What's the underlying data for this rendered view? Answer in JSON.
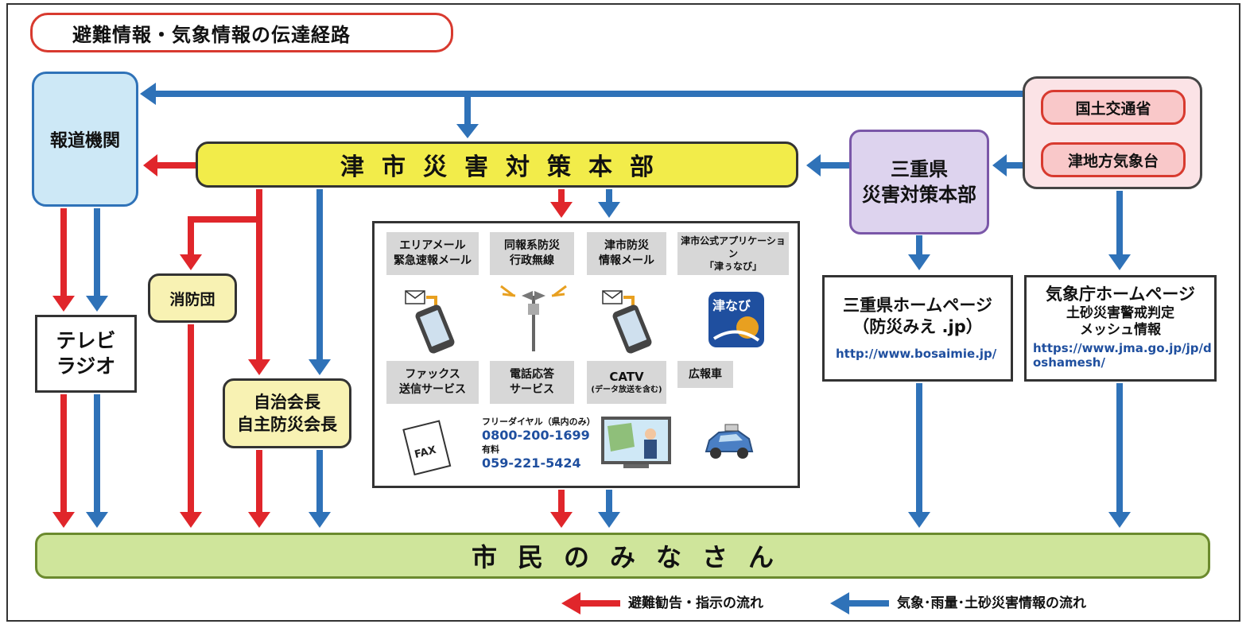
{
  "title": "避難情報・気象情報の伝達経路",
  "nodes": {
    "media": "報道機関",
    "hq": "津市災害対策本部",
    "pref_hq": "三重県\n災害対策本部",
    "mlit": "国土交通省",
    "tsu_met": "津地方気象台",
    "fire": "消防団",
    "tv_radio": "テレビ\nラジオ",
    "chief": "自治会長\n自主防災会長",
    "citizens": "市民のみなさん"
  },
  "channels": [
    {
      "label": "エリアメール\n緊急速報メール",
      "icon": "mobile-phone-mail-icon"
    },
    {
      "label": "同報系防災\n行政無線",
      "icon": "loudspeaker-pole-icon"
    },
    {
      "label": "津市防災\n情報メール",
      "icon": "mobile-phone-mail-icon"
    },
    {
      "label": "津市公式アプリケーション\n「津ぅなび」",
      "icon": "tsunavi-app-icon"
    },
    {
      "label": "ファックス\n送信サービス",
      "icon": "fax-icon"
    },
    {
      "label": "電話応答\nサービス",
      "icon": "phone-icon"
    },
    {
      "label": "CATV",
      "sub": "(データ放送を含む)",
      "icon": "tv-broadcast-icon"
    },
    {
      "label": "広報車",
      "icon": "publicity-car-icon"
    }
  ],
  "phone": {
    "free_label": "フリーダイヤル（県内のみ）",
    "free_number": "0800-200-1699",
    "paid_label": "有料",
    "paid_number": "059-221-5424"
  },
  "app_icon_text": "津なび",
  "fax_icon_text": "FAX",
  "pref_hp": {
    "title": "三重県ホームページ",
    "sub": "（防災みえ .jp）",
    "url": "http://www.bosaimie.jp/"
  },
  "jma_hp": {
    "title": "気象庁ホームページ",
    "sub": "土砂災害警戒判定\nメッシュ情報",
    "url": "https://www.jma.go.jp/jp/doshamesh/"
  },
  "legend": {
    "red": "避難勧告・指示の流れ",
    "blue": "気象･雨量･土砂災害情報の流れ"
  },
  "colors": {
    "red_arrow": "#e0262b",
    "blue_arrow": "#2f72b8",
    "hq_fill": "#f2ec4a",
    "citizens_fill": "#cfe59b",
    "media_fill": "#cde8f6",
    "pref_fill": "#ddd3ee",
    "natl_fill": "#fbe3e6"
  }
}
